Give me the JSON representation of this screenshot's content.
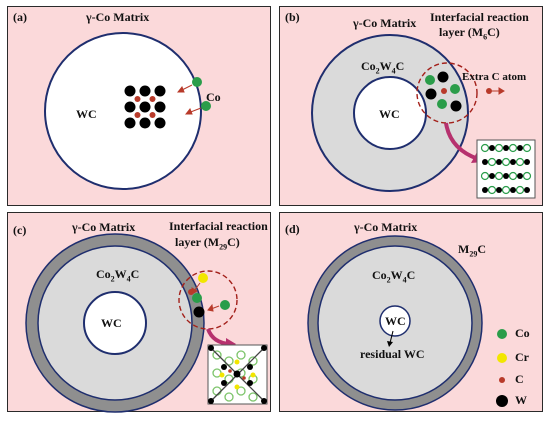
{
  "panels": {
    "a": {
      "tag": "(a)",
      "matrix": "γ-Co Matrix",
      "wc": "WC",
      "co": "Co"
    },
    "b": {
      "tag": "(b)",
      "matrix": "γ-Co Matrix",
      "layer_line1": "Interfacial reaction",
      "layer_line2_pre": "layer (M",
      "layer_sub": "6",
      "layer_line2_post": "C)",
      "phase_pre": "Co",
      "phase_sub1": "2",
      "phase_mid": "W",
      "phase_sub2": "4",
      "phase_post": "C",
      "wc": "WC",
      "extra_c": "Extra C atom"
    },
    "c": {
      "tag": "(c)",
      "matrix": "γ-Co Matrix",
      "layer_line1": "Interfacial reaction",
      "layer_line2_pre": "layer (M",
      "layer_sub": "29",
      "layer_line2_post": "C)",
      "phase_pre": "Co",
      "phase_sub1": "2",
      "phase_mid": "W",
      "phase_sub2": "4",
      "phase_post": "C",
      "wc": "WC"
    },
    "d": {
      "tag": "(d)",
      "matrix": "γ-Co Matrix",
      "shell_pre": "M",
      "shell_sub": "29",
      "shell_post": "C",
      "phase_pre": "Co",
      "phase_sub1": "2",
      "phase_mid": "W",
      "phase_sub2": "4",
      "phase_post": "C",
      "wc": "WC",
      "residual": "residual WC"
    }
  },
  "legend": [
    {
      "label": "Co",
      "color": "#2a9d4a"
    },
    {
      "label": "Cr",
      "color": "#f2e600"
    },
    {
      "label": "C",
      "color": "#b83a2a"
    },
    {
      "label": "W",
      "color": "#000000"
    }
  ],
  "colors": {
    "background": "#fbd9da",
    "circle_border": "#1f2e6e",
    "gray_phase": "#dadada",
    "dark_shell": "#8f8f8f",
    "arrow": "#b6316e"
  }
}
